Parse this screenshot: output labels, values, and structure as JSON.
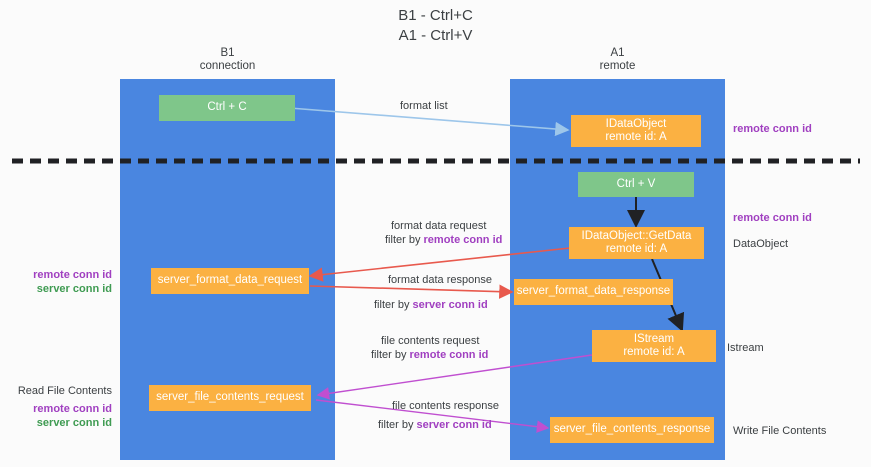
{
  "title": {
    "line1": "B1 - Ctrl+C",
    "line2": "A1 - Ctrl+V"
  },
  "columns": [
    {
      "name": "B1",
      "sub": "connection"
    },
    {
      "name": "A1",
      "sub": "remote"
    }
  ],
  "boxes": [
    {
      "id": "ctrl-c",
      "label": "Ctrl + C",
      "sub": "",
      "color": "#7fc68a"
    },
    {
      "id": "idataobject",
      "label": "IDataObject",
      "sub": "remote id: A",
      "color": "#fbb142"
    },
    {
      "id": "ctrl-v",
      "label": "Ctrl + V",
      "sub": "",
      "color": "#7fc68a"
    },
    {
      "id": "idataobject-getdata",
      "label": "IDataObject::GetData",
      "sub": "remote id: A",
      "color": "#fbb142"
    },
    {
      "id": "server-format-data-request",
      "label": "server_format_data_request",
      "sub": "",
      "color": "#fbb142"
    },
    {
      "id": "server-format-data-response",
      "label": "server_format_data_response",
      "sub": "",
      "color": "#fbb142"
    },
    {
      "id": "istream",
      "label": "IStream",
      "sub": "remote id: A",
      "color": "#fbb142"
    },
    {
      "id": "server-file-contents-request",
      "label": "server_file_contents_request",
      "sub": "",
      "color": "#fbb142"
    },
    {
      "id": "server-file-contents-response",
      "label": "server_file_contents_response",
      "sub": "",
      "color": "#fbb142"
    }
  ],
  "flow_labels": {
    "format_list": "format list",
    "format_data_request": "format data request",
    "format_data_response": "format data response",
    "file_contents_request": "file contents request",
    "file_contents_response": "file contents response",
    "filter_by": "filter by ",
    "remote_conn_id": "remote conn id",
    "server_conn_id": "server conn id"
  },
  "side_labels": {
    "remote_conn_id": "remote conn id",
    "server_conn_id": "server conn id",
    "data_object": "DataObject",
    "istream": "Istream",
    "read_file_contents": "Read File Contents",
    "write_file_contents": "Write File Contents"
  },
  "colors": {
    "lane": "#4a86e0",
    "green_box": "#7fc68a",
    "orange_box": "#fbb142",
    "purple": "#a03fc0",
    "green_text": "#3f9b52",
    "blue_arrow": "#9dc6ea",
    "red_arrow": "#e8594d",
    "magenta_arrow": "#c04fd0",
    "black_arrow": "#202124",
    "divider": "#202124",
    "background": "#fbfbfb"
  }
}
